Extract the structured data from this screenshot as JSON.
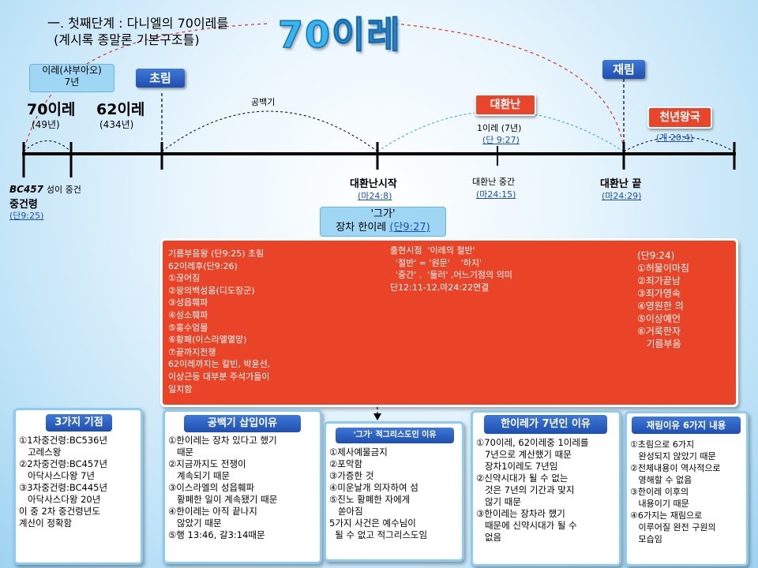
{
  "header": {
    "line1": "一. 첫째단계 : 다니엘의 70이레를",
    "line2": "(계시록 종말론 기본구조틀)",
    "big": "70이레"
  },
  "labels": {
    "sabuah": [
      "이레(샤부아오)",
      "7년"
    ],
    "chorim": "초림",
    "jaerim": "재림",
    "daehwannan": "대환난",
    "cheonnyeon": "천년왕국",
    "gongbaek": "공백기"
  },
  "top_periods": {
    "w70": "70이레",
    "w70_sub": "(49년)",
    "w62": "62이레",
    "w62_sub": "(434년)",
    "ire7": "1이레 (7년)",
    "ire7_ref": "(단 9:27)",
    "millennium_ref": "(계 20:4)"
  },
  "timeline_labels": {
    "bc457": "BC457",
    "seong": "성이 중건",
    "junggeonryeong": "중건령",
    "dan925": "(단9:25)",
    "start": "대환난시작",
    "start_ref": "(마24:8)",
    "middle": "대환난 중간",
    "middle_ref": "(마24:15)",
    "end": "대환난 끝",
    "end_ref": "(마24:29)"
  },
  "geu_ga": {
    "line1": "'그가'",
    "line2": "장차 한이레",
    "ref": "(단9:27)"
  },
  "red_panel": {
    "col1": "기름부음왕 (단9:25) 초림\n62이레후(단9:26)\n①끊어짐\n②왕의백성옴(디도장군)\n③성읍훼파\n④성소훼파\n⑤홍수엄몰\n⑥황폐(이스라엘멸망)\n⑦끝까지전쟁\n62이레까지는 칼빈, 박윤선,\n이상근등 대부분 주석가들이\n일치함",
    "col2": "출현시점  '이레의 절반'\n  '절반' = '원문'    '하지'\n  '중간' ,  '둘러' ,어느기점의 의미\n단12:11-12,마24:22연결",
    "col3": "(단9:24)\n①허물이마침\n②죄가끝남\n③죄가영속\n④영원한 의\n⑤이상예언\n⑥거룩한자\n   기름부음"
  },
  "cards": [
    {
      "title": "3가지 기점",
      "body": "①1차중건령:BC536년\n   고레스왕\n②2차중건령:BC457년\n   아닥사스다왕 7년\n③3차중건령:BC445년\n   아닥사스다왕 20년\n이 중 2차 중건령년도\n계산이 정확함"
    },
    {
      "title": "공백기 삽입이유",
      "body": "①한이레는 장차 있다고 했기\n   때문\n②지금까지도 전쟁이\n   계속되기 때문\n③이스라엘의 성읍훼파\n   황폐한 일이 계속됐기 때문\n④한이레는 아직 끝나지\n   않았기 때문\n⑤행 13:46, 갈3:14때문"
    },
    {
      "title": "'그가'  적그리스도인 이유",
      "body": "①제사예물금지\n②포악함\n③가증한 것\n④미운날개 의자하여 섬\n⑤진노 황폐한 자에게\n   쏟아짐\n5가지 사건은 예수님이\n  될 수 없고 적그리스도임"
    },
    {
      "title": "한이레가 7년인 이유",
      "body": "①70이레, 62이레중 1이레를\n   7년으로 계산했기 때문\n   장차1이레도 7년임\n②신약시대가 될 수 없는\n   것은 7년의 기간과 맞지\n   않기 때문\n③한이레는 장차라 했기\n   때문에 신약시대가 될 수\n   없음"
    },
    {
      "title": "재림이유 6가지 내용",
      "body": "①초림으로 6가지\n   완성되지 않았기 때문\n②전체내용이 역사적으로\n   영해할 수 없음\n③한이레 이후의\n   내용이기 때문\n④6가지는 재림으로\n   이루어질 완전 구원의\n   모습임"
    }
  ]
}
